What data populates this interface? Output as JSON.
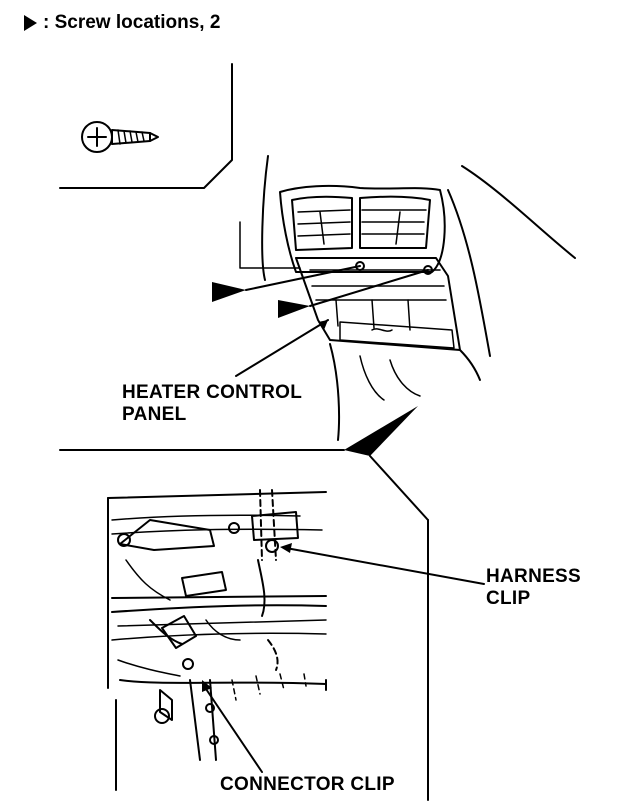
{
  "legend": {
    "icon": "triangle-pointer-icon",
    "text": ": Screw locations, 2"
  },
  "labels": {
    "heater_control_panel": [
      "HEATER CONTROL",
      "PANEL"
    ],
    "harness_clip": [
      "HARNESS",
      "CLIP"
    ],
    "connector_clip": "CONNECTOR CLIP"
  }
}
